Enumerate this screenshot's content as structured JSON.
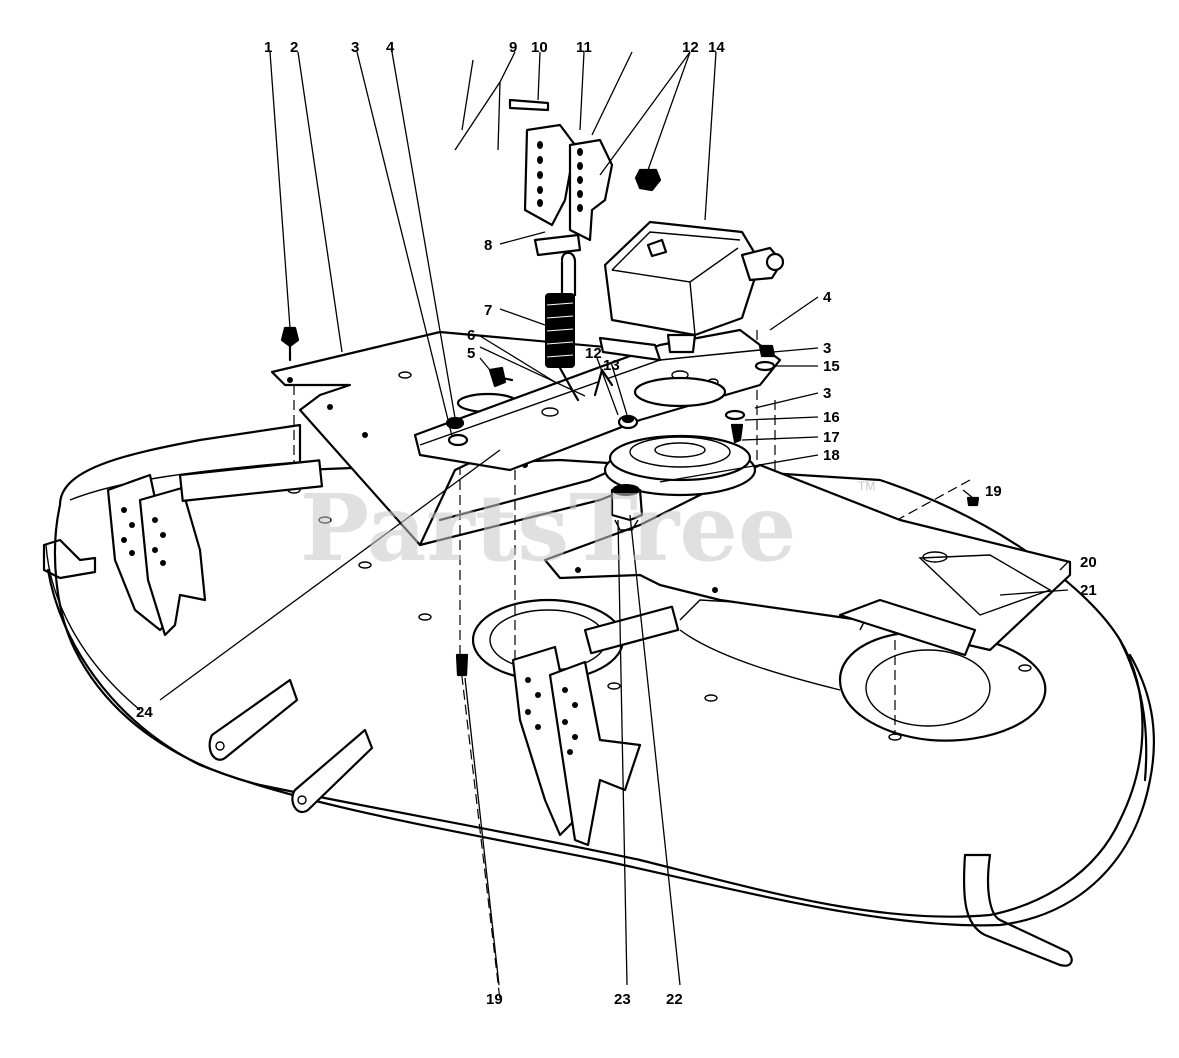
{
  "watermark": {
    "text": "PartsTree",
    "tm": "TM"
  },
  "callouts": [
    {
      "id": "c1",
      "label": "1"
    },
    {
      "id": "c2",
      "label": "2"
    },
    {
      "id": "c3a",
      "label": "3"
    },
    {
      "id": "c4a",
      "label": "4"
    },
    {
      "id": "c9",
      "label": "9"
    },
    {
      "id": "c10",
      "label": "10"
    },
    {
      "id": "c11",
      "label": "11"
    },
    {
      "id": "c12a",
      "label": "12"
    },
    {
      "id": "c14",
      "label": "14"
    },
    {
      "id": "c4b",
      "label": "4"
    },
    {
      "id": "c8",
      "label": "8"
    },
    {
      "id": "c7",
      "label": "7"
    },
    {
      "id": "c6",
      "label": "6"
    },
    {
      "id": "c5",
      "label": "5"
    },
    {
      "id": "c12b",
      "label": "12"
    },
    {
      "id": "c13",
      "label": "13"
    },
    {
      "id": "c3b",
      "label": "3"
    },
    {
      "id": "c15",
      "label": "15"
    },
    {
      "id": "c3c",
      "label": "3"
    },
    {
      "id": "c16",
      "label": "16"
    },
    {
      "id": "c17",
      "label": "17"
    },
    {
      "id": "c18",
      "label": "18"
    },
    {
      "id": "c19a",
      "label": "19"
    },
    {
      "id": "c20",
      "label": "20"
    },
    {
      "id": "c21",
      "label": "21"
    },
    {
      "id": "c24",
      "label": "24"
    },
    {
      "id": "c19b",
      "label": "19"
    },
    {
      "id": "c23",
      "label": "23"
    },
    {
      "id": "c22",
      "label": "22"
    }
  ]
}
